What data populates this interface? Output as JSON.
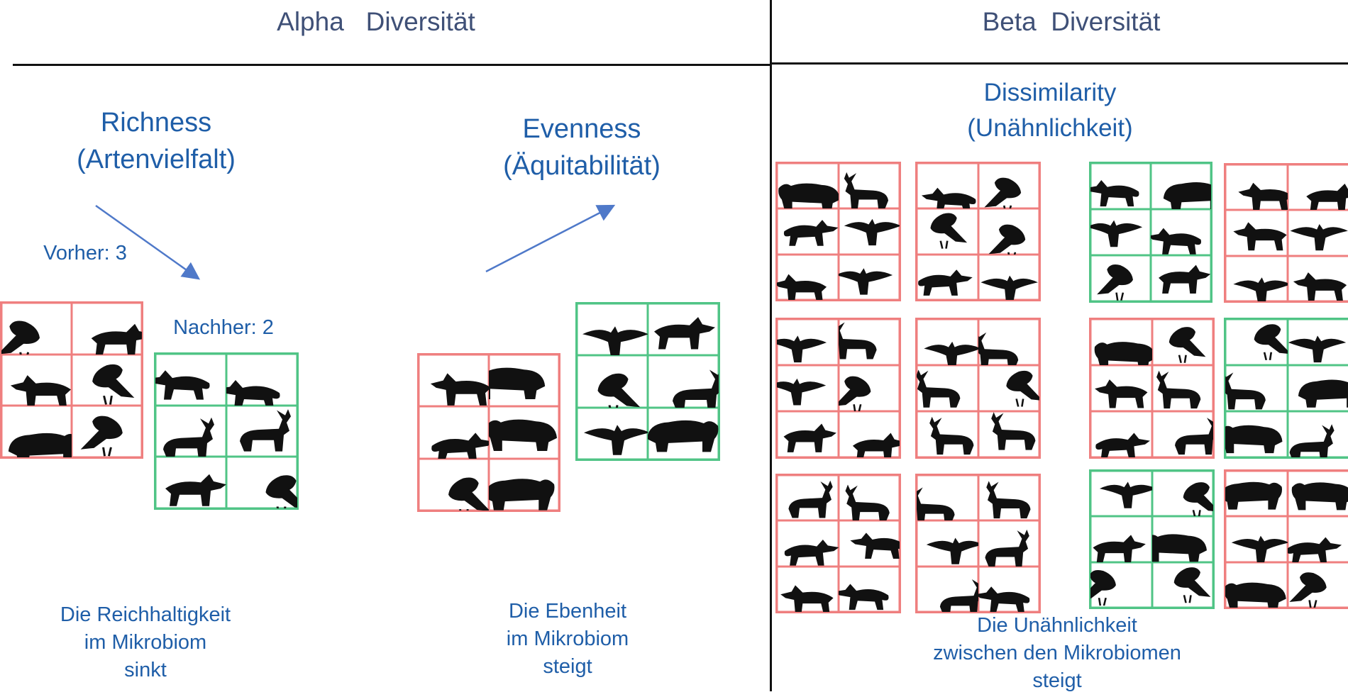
{
  "headers": {
    "alpha": "Alpha   Diversität",
    "beta": "Beta  Diversität"
  },
  "alpha": {
    "richness": {
      "title": "Richness\n(Artenvielfalt)",
      "before": "Vorher: 3",
      "after": "Nachher: 2",
      "footer": "Die Reichhaltigkeit\nim Mikrobiom\nsinkt"
    },
    "evenness": {
      "title": "Evenness\n(Äquitabilität)",
      "footer": "Die Ebenheit\nim Mikrobiom\nsteigt"
    }
  },
  "beta": {
    "title": "Dissimilarity\n(Unähnlichkeit)",
    "footer": "Die Unähnlichkeit\nzwischen den Mikrobiomen\nsteigt"
  },
  "colors": {
    "text_blue": "#1f5ea8",
    "header_text": "#3f5077",
    "red_grid": "#ef7f7f",
    "green_grid": "#50c486",
    "arrow": "#4f79c9",
    "silhouette": "#111111"
  },
  "icons": [
    "animal-silhouette-grid",
    "trend-arrow"
  ]
}
